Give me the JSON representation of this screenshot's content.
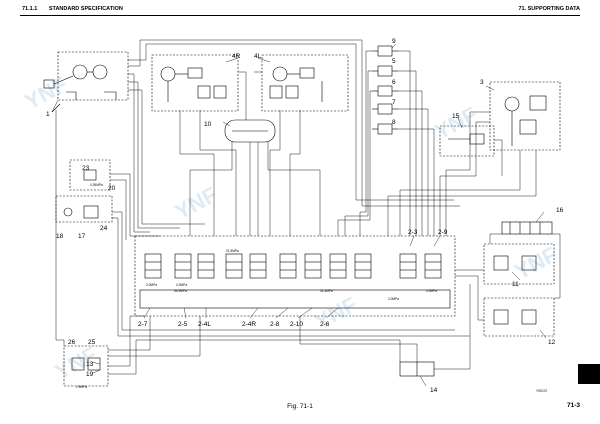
{
  "header": {
    "section_number": "71.1.1",
    "section_title": "STANDARD SPECIFICATION",
    "chapter": "71. SUPPORTING DATA"
  },
  "callouts": {
    "c1": "1",
    "c2_3": "2-3",
    "c2_9": "2-9",
    "c2_7": "2-7",
    "c2_5": "2-5",
    "c2_4L": "2-4L",
    "c2_4R": "2-4R",
    "c2_8": "2-8",
    "c2_10": "2-10",
    "c2_6": "2-6",
    "c3": "3",
    "c4R": "4R",
    "c4L": "4L",
    "c5": "5",
    "c6": "6",
    "c7": "7",
    "c8": "8",
    "c9": "9",
    "c10": "10",
    "c11": "11",
    "c12": "12",
    "c13": "13",
    "c14": "14",
    "c15": "15",
    "c16": "16",
    "c17": "17",
    "c18": "18",
    "c19": "19",
    "c20": "20",
    "c23": "23",
    "c24": "24",
    "c25": "25",
    "c26": "26"
  },
  "pressure_labels": {
    "p1": "2.0MPa",
    "p2": "2.0MPa",
    "p3": "21.5MPa",
    "p4": "34.3MPa",
    "p5": "2.0MPa",
    "p6": "2.0MPa",
    "p7": "31.4MPa",
    "p8": "2.9MPa",
    "p9": "0.39MPa"
  },
  "figure_code": "YS0107",
  "caption": "Fig. 71-1",
  "page_number": "71-3",
  "watermark": "YNF"
}
